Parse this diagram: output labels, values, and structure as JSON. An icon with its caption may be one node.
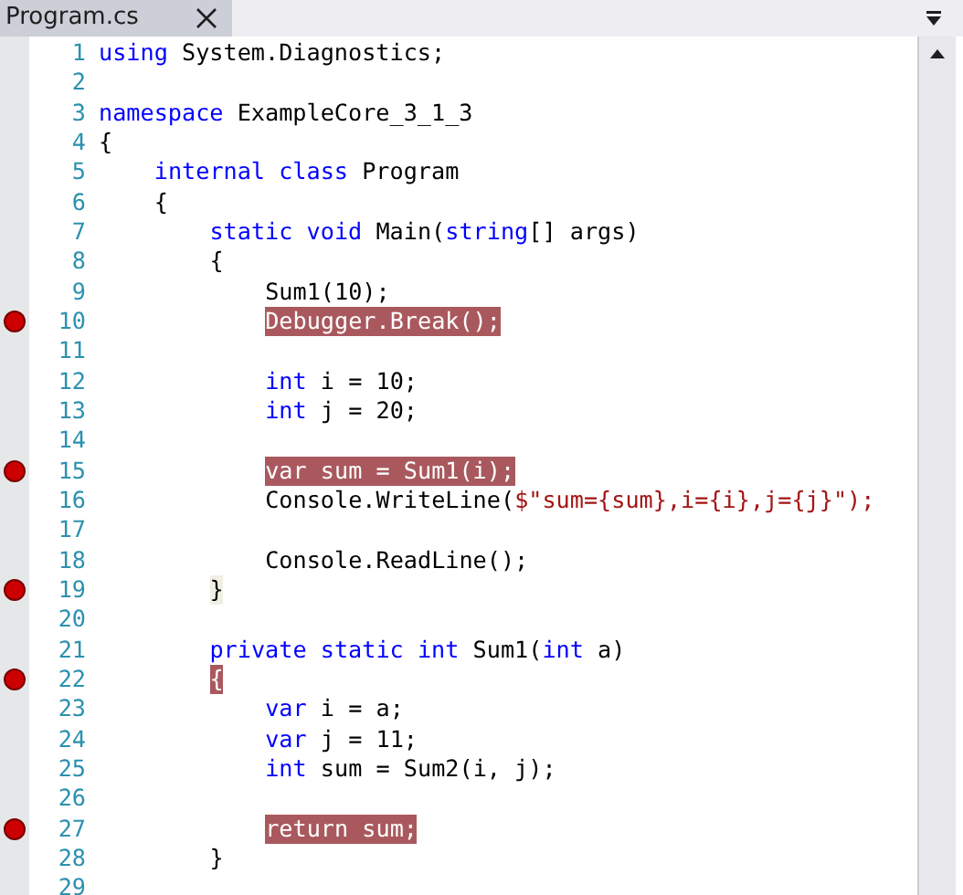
{
  "diagram": {
    "labels": [
      "Program.cs",
      "1",
      "using System.Diagnostics;",
      "2",
      "3",
      "namespace ExampleCore_3_1_3",
      "4",
      "{",
      "5",
      "internal class Program",
      "6",
      "{",
      "7",
      "static void Main(string[] args)",
      "8",
      "{",
      "9",
      "Sum1(10);",
      "10",
      "Debugger.Break();",
      "11",
      "12",
      "int i = 10;",
      "13",
      "int j = 20;",
      "14",
      "15",
      "var sum = Sum1(i);",
      "16",
      "Console.WriteLine($\"sum={sum},i={i},j={j}\");",
      "17",
      "18",
      "Console.ReadLine();",
      "19",
      "}",
      "20",
      "21",
      "private static int Sum1(int a)",
      "22",
      "{",
      "23",
      "var i = a;",
      "24",
      "var j = 11;",
      "25",
      "int sum = Sum2(i, j);",
      "26",
      "27",
      "return sum;",
      "28",
      "}",
      "29"
    ]
  }
}
